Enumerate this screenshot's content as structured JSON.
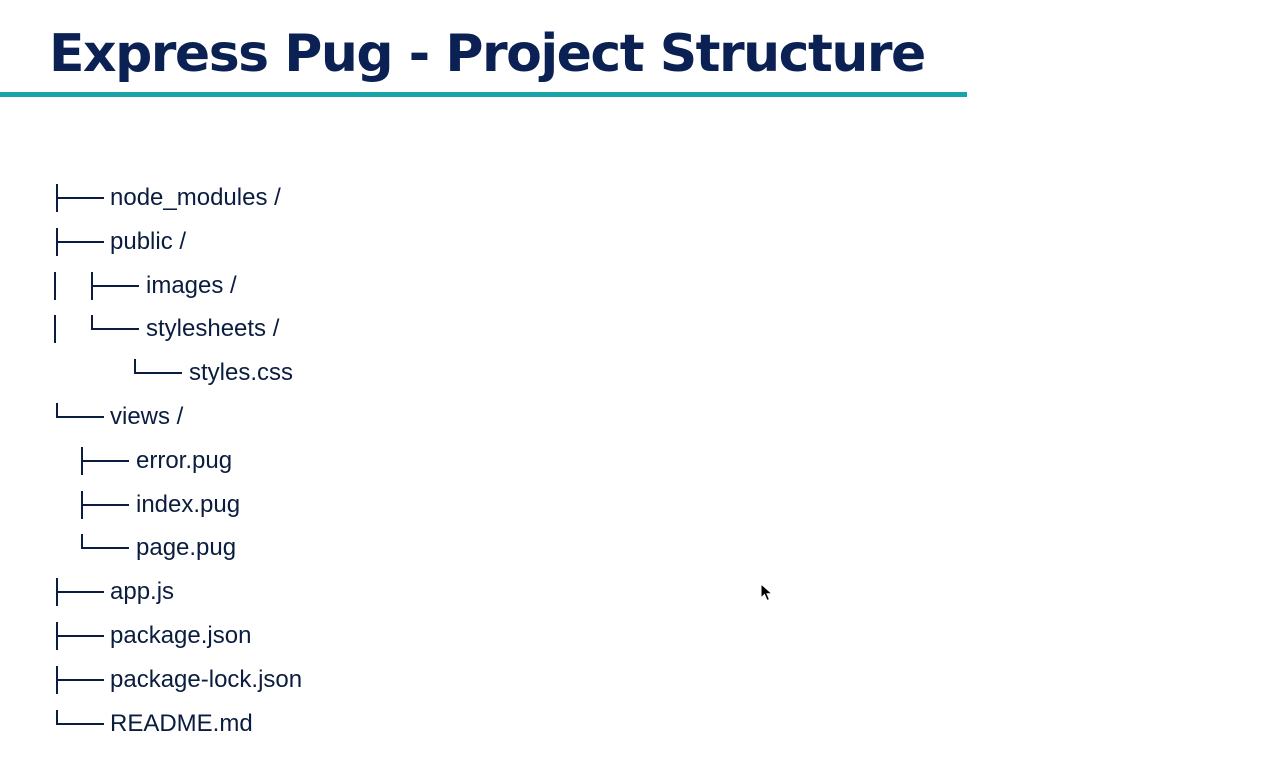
{
  "slide": {
    "title": "Express Pug - Project Structure",
    "accent_color": "#1aa3a8",
    "title_color": "#0b2153"
  },
  "tree": {
    "items": [
      {
        "label": "node_modules /",
        "depth": 0,
        "last": false
      },
      {
        "label": "public /",
        "depth": 0,
        "last": false
      },
      {
        "label": "images /",
        "depth": 1,
        "last": false
      },
      {
        "label": "stylesheets /",
        "depth": 1,
        "last": true
      },
      {
        "label": "styles.css",
        "depth": 2,
        "last": true
      },
      {
        "label": "views /",
        "depth": 0,
        "last": true
      },
      {
        "label": "error.pug",
        "depth": 1,
        "last": false
      },
      {
        "label": "index.pug",
        "depth": 1,
        "last": false
      },
      {
        "label": "page.pug",
        "depth": 1,
        "last": true
      },
      {
        "label": "app.js",
        "depth": 0,
        "last": false
      },
      {
        "label": "package.json",
        "depth": 0,
        "last": false
      },
      {
        "label": "package-lock.json",
        "depth": 0,
        "last": false
      },
      {
        "label": "README.md",
        "depth": 0,
        "last": true
      }
    ]
  },
  "cursor": {
    "icon": "mouse-pointer-icon"
  }
}
